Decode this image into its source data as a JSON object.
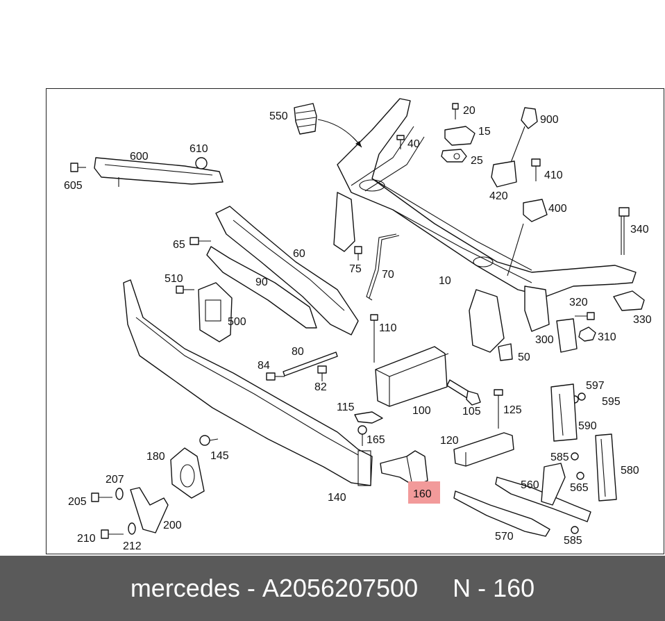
{
  "labels": {
    "l550": "550",
    "l20": "20",
    "l15": "15",
    "l900": "900",
    "l40": "40",
    "l25": "25",
    "l410": "410",
    "l420": "420",
    "l400": "400",
    "l340": "340",
    "l600": "600",
    "l610": "610",
    "l605": "605",
    "l65": "65",
    "l60": "60",
    "l75": "75",
    "l70": "70",
    "l10": "10",
    "l510": "510",
    "l90": "90",
    "l500": "500",
    "l320": "320",
    "l310": "310",
    "l330": "330",
    "l300": "300",
    "l50": "50",
    "l110": "110",
    "l80": "80",
    "l84": "84",
    "l82": "82",
    "l597": "597",
    "l595": "595",
    "l115": "115",
    "l100": "100",
    "l105": "105",
    "l125": "125",
    "l590": "590",
    "l165": "165",
    "l120": "120",
    "l580": "580",
    "l585a": "585",
    "l565": "565",
    "l145": "145",
    "l180": "180",
    "l560": "560",
    "l207": "207",
    "l205": "205",
    "l140": "140",
    "l160": "160",
    "l200": "200",
    "l570": "570",
    "l210": "210",
    "l212": "212",
    "l585b": "585"
  },
  "footer": {
    "brand": "mercedes",
    "separator1": " - ",
    "part_number": "A2056207500",
    "gap": "     ",
    "position": "N - 160"
  },
  "colors": {
    "highlight": "#f29a9a",
    "footer_bg": "#5a5a5a"
  }
}
